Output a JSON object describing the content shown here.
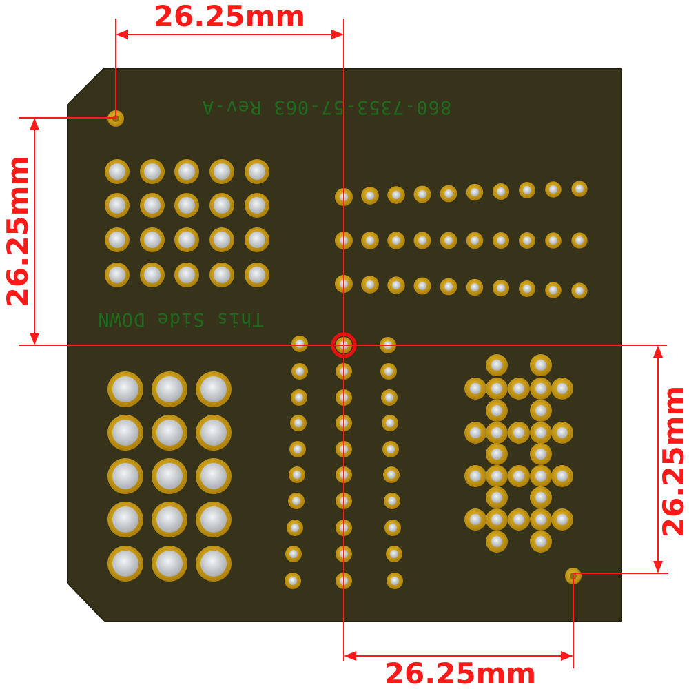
{
  "dimensions": {
    "top": "26.25mm",
    "left": "26.25mm",
    "right": "26.25mm",
    "bottom": "26.25mm"
  },
  "silkscreen": {
    "part_number": "860-7353-57-063 Rev-A",
    "side_note": "This Side DOWN"
  },
  "colors": {
    "board": "#36331a",
    "pad": "#c89a14",
    "drill": "#cfd3d6",
    "dimension": "#ff1a1a",
    "origin_marker": "#e81010",
    "silkscreen": "#1f6a1f"
  },
  "icons": [
    "mounting-hole-icon",
    "origin-target-icon"
  ]
}
